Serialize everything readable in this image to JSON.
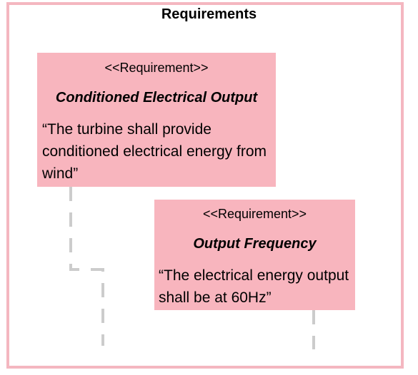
{
  "frame": {
    "title": "Requirements"
  },
  "requirements": [
    {
      "stereotype": "<<Requirement>>",
      "name": "Conditioned Electrical Output",
      "text": "“The turbine shall provide conditioned electrical energy from wind”"
    },
    {
      "stereotype": "<<Requirement>>",
      "name": "Output Frequency",
      "text": "“The electrical energy output shall be at 60Hz”"
    }
  ],
  "colors": {
    "frame_border": "#f4b7c0",
    "requirement_fill": "#f8b5be",
    "connector": "#cccccc"
  }
}
